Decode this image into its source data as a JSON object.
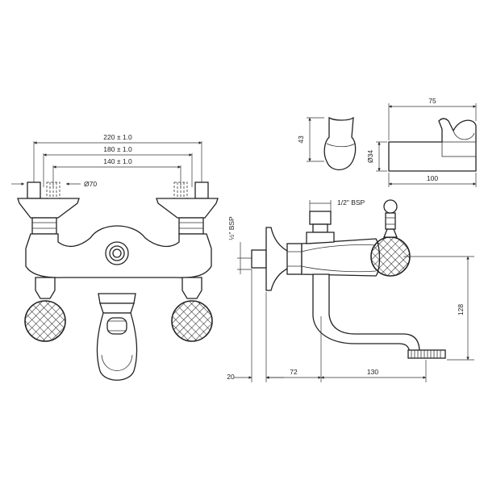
{
  "front_view": {
    "dimensions": {
      "width_outer": "220 ± 1.0",
      "width_mid": "180 ± 1.0",
      "width_inner": "140 ± 1.0",
      "diameter": "Ø70"
    }
  },
  "side_view": {
    "dimensions": {
      "inlet_thread": "1/2\" BSP",
      "outlet_thread_vertical": "½\" BSP",
      "wall_offset": "20",
      "body_depth": "72",
      "spout_reach": "130",
      "height": "128"
    }
  },
  "holder_view": {
    "dimensions": {
      "holder_height": "43",
      "holder_diameter": "Ø34",
      "top_length": "75",
      "bottom_length": "100"
    }
  },
  "colors": {
    "line": "#222222",
    "background": "#ffffff"
  }
}
